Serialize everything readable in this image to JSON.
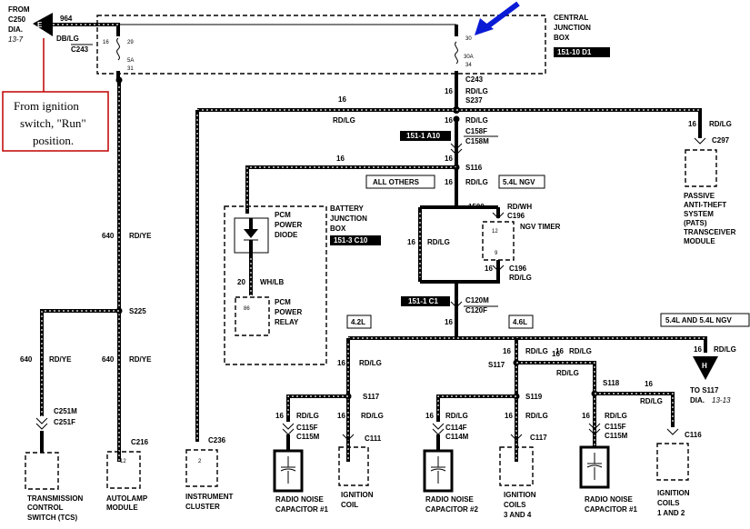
{
  "from_block": {
    "line1": "FROM",
    "line2": "C250",
    "line3": "DIA.",
    "ref": "13-7",
    "badge": "E"
  },
  "callout": {
    "line1": "From ignition",
    "line2": "switch, \"Run\"",
    "line3": "position."
  },
  "top": {
    "wire_num": "964",
    "wire_color": "DB/LG",
    "conn": "C243",
    "pin_left": "16",
    "pin_29": "29",
    "fuse_5a": "5A",
    "pin_31": "31",
    "pin_30": "30",
    "fuse_30a": "30A",
    "pin_34": "34"
  },
  "cjb": {
    "line1": "CENTRAL",
    "line2": "JUNCTION",
    "line3": "BOX",
    "ref": "151-10 D1"
  },
  "main": {
    "c243": "C243",
    "g16a": "16",
    "rdlg_a": "RD/LG",
    "s237": "S237",
    "g16b": "16",
    "rdlg_b": "RD/LG",
    "c158f": "C158F",
    "c158m": "C158M",
    "ref_a10": "151-1 A10",
    "g16c": "16",
    "s116": "S116",
    "all_others": "ALL OTHERS",
    "g16d": "16",
    "rdlg_d": "RD/LG",
    "ngv54": "5.4L NGV"
  },
  "leftbranch": {
    "g16": "16",
    "rdlg": "RD/LG"
  },
  "pats": {
    "g16": "16",
    "rdlg": "RD/LG",
    "conn": "C297",
    "l1": "PASSIVE",
    "l2": "ANTI-THEFT",
    "l3": "SYSTEM",
    "l4": "(PATS)",
    "l5": "TRANSCEIVER",
    "l6": "MODULE"
  },
  "pcm": {
    "g16": "16",
    "pcm1": "PCM",
    "power1": "POWER",
    "diode": "DIODE",
    "g20": "20",
    "whlb": "WH/LB",
    "pcm2": "PCM",
    "power2": "POWER",
    "relay": "RELAY",
    "pin86": "86"
  },
  "bjb": {
    "l1": "BATTERY",
    "l2": "JUNCTION",
    "l3": "BOX",
    "ref": "151-3 C10"
  },
  "ngv": {
    "g1500": "1500",
    "rdwh": "RD/WH",
    "c196a": "C196",
    "timer": "NGV TIMER",
    "pin12": "12",
    "pin9": "9",
    "g16": "16",
    "rdlg": "RD/LG",
    "g16b": "16",
    "c196b": "C196",
    "rdlg_b": "RD/LG",
    "ref_c1": "151-1 C1",
    "c120m": "C120M",
    "c120f": "C120F",
    "g16c": "16"
  },
  "engines": {
    "e42": "4.2L",
    "e46": "4.6L",
    "e54": "5.4L AND 5.4L NGV"
  },
  "col1": {
    "g640": "640",
    "rdye": "RD/YE",
    "s225": "S225",
    "g640b": "640",
    "rdye_b": "RD/YE",
    "g640c": "640",
    "rdye_c": "RD/YE",
    "c251m": "C251M",
    "c251f": "C251F",
    "tcs1": "TRANSMISSION",
    "tcs2": "CONTROL",
    "tcs3": "SWITCH (TCS)",
    "c216": "C216",
    "pin12": "12",
    "auto1": "AUTOLAMP",
    "auto2": "MODULE"
  },
  "ic": {
    "c236": "C236",
    "pin2": "2",
    "l1": "INSTRUMENT",
    "l2": "CLUSTER"
  },
  "b42": {
    "g16": "16",
    "rdlg": "RD/LG",
    "s117": "S117",
    "g16a": "16",
    "rdlg_a": "RD/LG",
    "c115f": "C115F",
    "c115m": "C115M",
    "g16b": "16",
    "rdlg_b": "RD/LG",
    "c111": "C111",
    "rnc": "RADIO NOISE",
    "cap": "CAPACITOR #1",
    "ign": "IGNITION",
    "coil": "COIL"
  },
  "b46": {
    "g16": "16",
    "rdlg": "RD/LG",
    "s117": "S117",
    "g16a": "16",
    "rdlg_a": "RD/LG",
    "s119": "S119",
    "g16b": "16",
    "rdlg_b": "RD/LG",
    "c114f": "C114F",
    "c114m": "C114M",
    "g16c": "16",
    "rdlg_c": "RD/LG",
    "c117": "C117",
    "rnc": "RADIO NOISE",
    "cap": "CAPACITOR #2",
    "ign": "IGNITION",
    "coils": "COILS",
    "which": "3 AND 4"
  },
  "b54": {
    "g16": "16",
    "rdlg": "RD/LG",
    "g16r": "16",
    "rdlg_r": "RD/LG",
    "to_l1": "TO S117",
    "to_l2": "DIA.",
    "to_ref": "13-13",
    "badge": "H",
    "s118": "S118",
    "g16a": "16",
    "rdlg_a": "RD/LG",
    "c115f": "C115F",
    "c115m": "C115M",
    "g16b": "16",
    "rdlg_b": "RD/LG",
    "c116": "C116",
    "rnc": "RADIO NOISE",
    "cap": "CAPACITOR #1",
    "ign": "IGNITION",
    "coils": "COILS",
    "which": "1 AND 2"
  }
}
